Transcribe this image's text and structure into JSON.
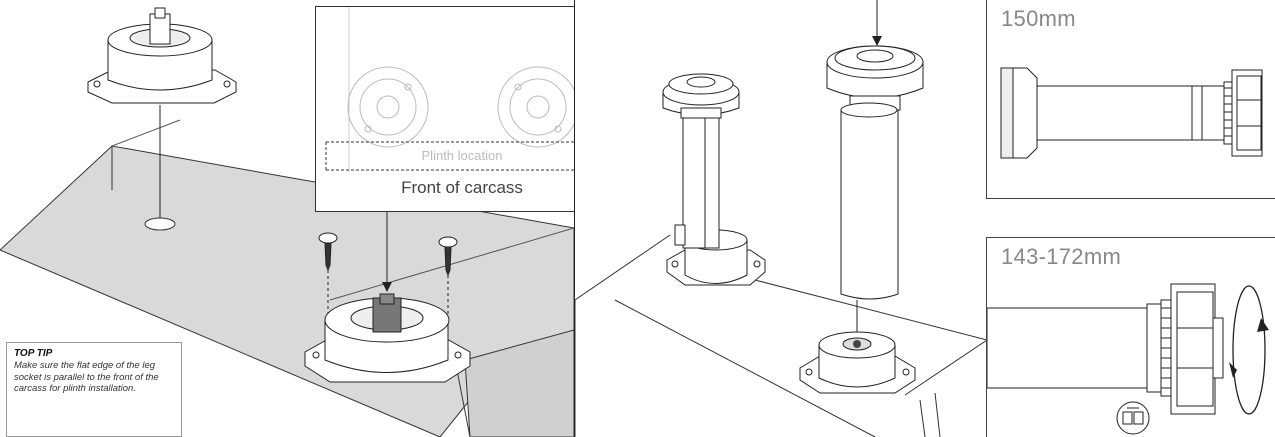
{
  "tip": {
    "title": "TOP TIP",
    "text": "Make sure the flat edge of the leg socket is parallel to the front of the carcass for plinth installation."
  },
  "inset": {
    "plinth_label": "Plinth location",
    "front_label": "Front of carcass"
  },
  "dimensions": {
    "fixed": "150mm",
    "adjustable": "143-172mm"
  },
  "icons": [
    "leg-socket-icon",
    "screw-icon",
    "leg-icon",
    "rotate-arrow-icon",
    "adjust-tool-icon"
  ]
}
